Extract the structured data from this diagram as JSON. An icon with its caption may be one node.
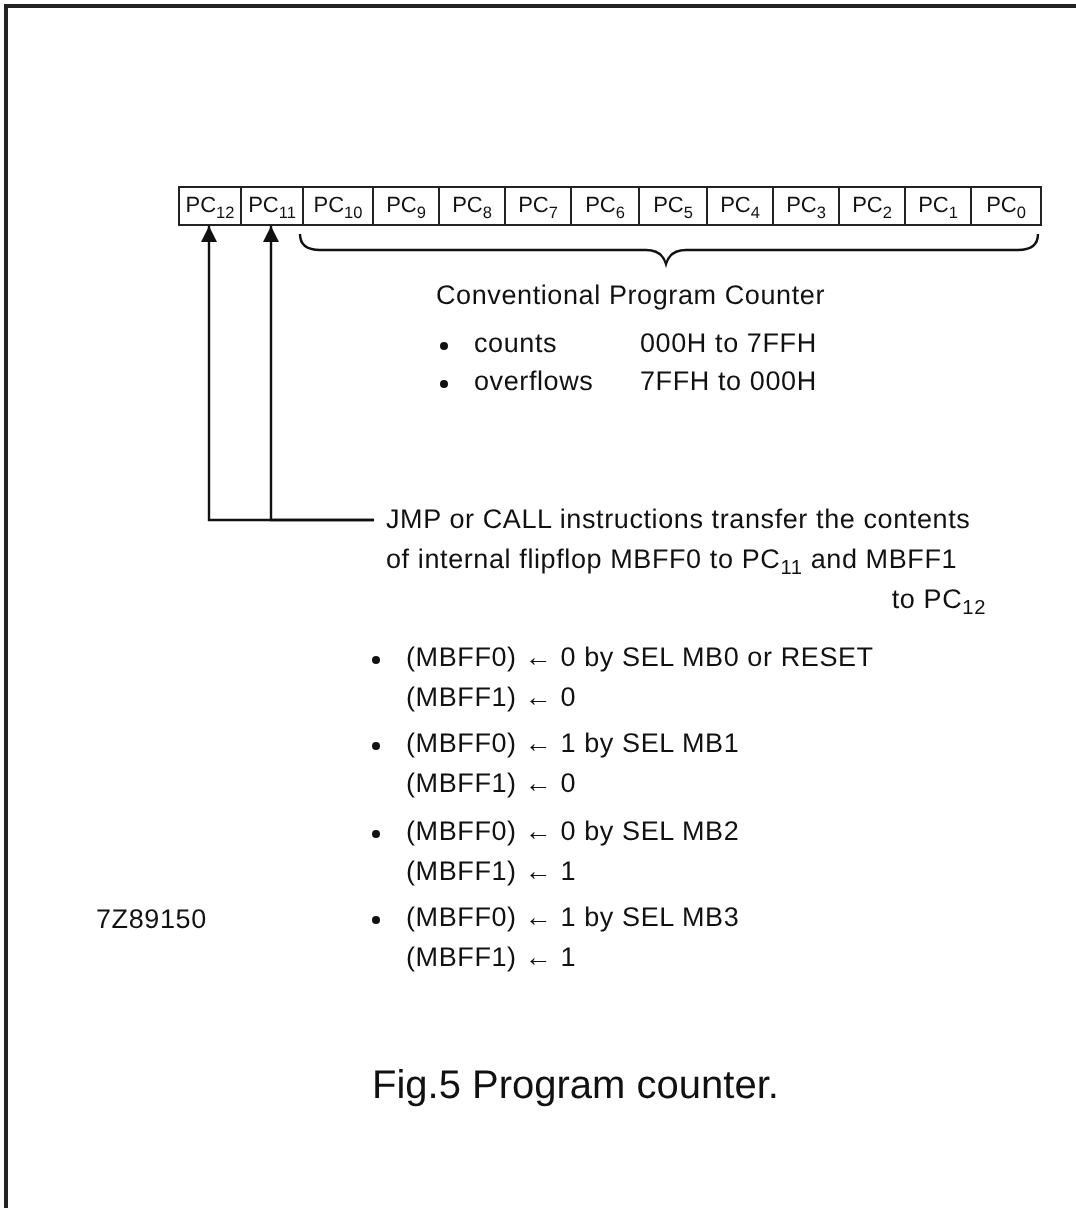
{
  "diagram": {
    "caption": "Fig.5 Program counter.",
    "nodes": [
      {
        "text": [
          "PC$_{12}$"
        ]
      },
      {
        "text": [
          "PC$_{11}$"
        ]
      },
      {
        "text": [
          "PC$_{10}$"
        ]
      },
      {
        "text": [
          "PC$_{9}$"
        ]
      },
      {
        "text": [
          "PC$_{8}$"
        ]
      },
      {
        "text": [
          "PC$_{7}$"
        ]
      },
      {
        "text": [
          "PC$_{6}$"
        ]
      },
      {
        "text": [
          "PC$_{5}$"
        ]
      },
      {
        "text": [
          "PC$_{4}$"
        ]
      },
      {
        "text": [
          "PC$_{3}$"
        ]
      },
      {
        "text": [
          "PC$_{2}$"
        ]
      },
      {
        "text": [
          "PC$_{1}$"
        ]
      },
      {
        "text": [
          "PC$_{0}$"
        ]
      },
      {
        "text": [
          "JMP or CALL instructions transfer the contents of internal flipflop MBFF0 to PC$_{11}$ and MBFF1 to PC$_{12}$"
        ]
      }
    ],
    "edges": [
      {
        "from": 13,
        "to": 0,
        "arrow": "to"
      },
      {
        "from": 13,
        "to": 1,
        "arrow": "to"
      }
    ],
    "labels": [
      "Conventional Program Counter",
      "counts",
      "000H to 7FFH",
      "overflows",
      "7FFH to 000H",
      "(MBFF0) ← 0 by SEL MB0 or RESET",
      "(MBFF1) ← 0",
      "(MBFF0) ← 1 by SEL MB1",
      "(MBFF1) ← 0",
      "(MBFF0) ← 0 by SEL MB2",
      "(MBFF1) ← 1",
      "7Z89150",
      "(MBFF0) ← 1 by SEL MB3",
      "(MBFF1) ← 1"
    ]
  }
}
